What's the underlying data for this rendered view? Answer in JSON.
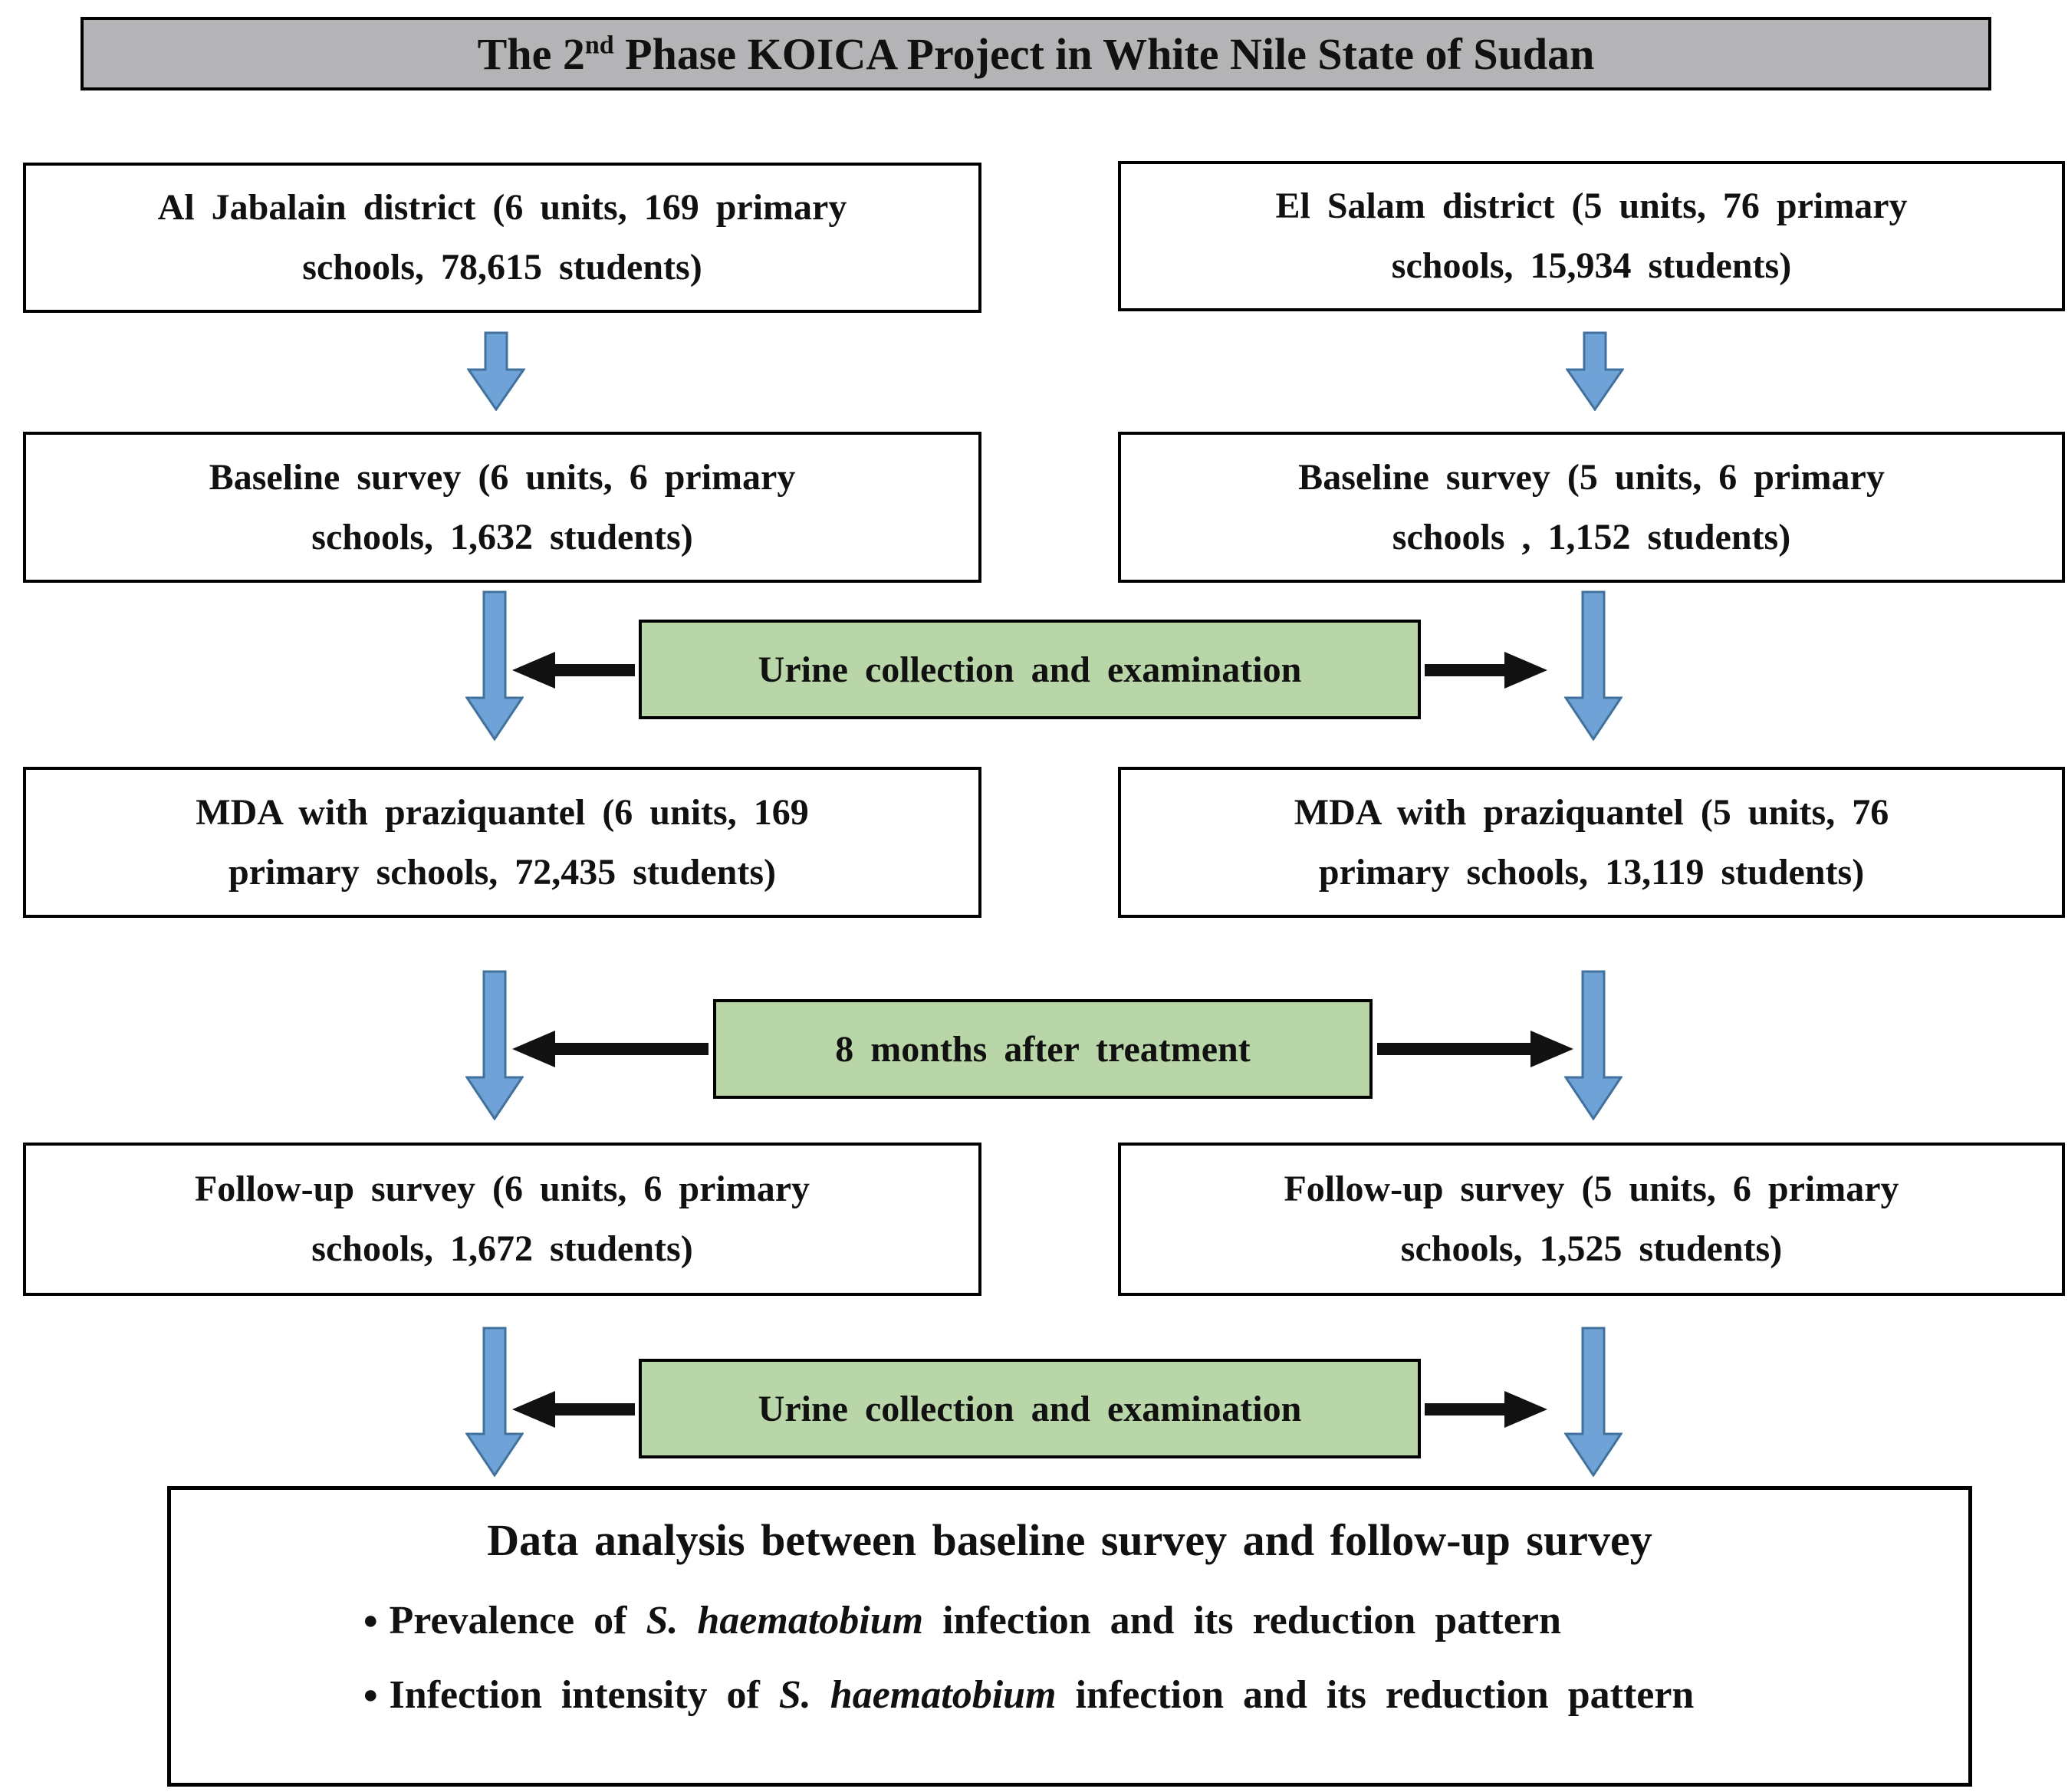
{
  "header": {
    "title_pre": "The 2",
    "title_sup": "nd",
    "title_post": " Phase KOICA Project in White Nile State of Sudan"
  },
  "columns": {
    "left": {
      "district": {
        "line1": "Al Jabalain district (6 units, 169 primary",
        "line2": "schools, 78,615 students)"
      },
      "baseline": {
        "line1": "Baseline survey (6 units, 6 primary",
        "line2": "schools, 1,632 students)"
      },
      "mda": {
        "line1": "MDA with praziquantel (6 units, 169",
        "line2": "primary schools, 72,435 students)"
      },
      "followup": {
        "line1": "Follow-up survey (6 units, 6 primary",
        "line2": "schools, 1,672 students)"
      }
    },
    "right": {
      "district": {
        "line1": "El Salam district (5 units, 76 primary",
        "line2": "schools, 15,934 students)"
      },
      "baseline": {
        "line1": "Baseline survey (5 units, 6 primary",
        "line2": "schools , 1,152 students)"
      },
      "mda": {
        "line1": "MDA with praziquantel (5 units, 76",
        "line2": "primary schools, 13,119 students)"
      },
      "followup": {
        "line1": "Follow-up survey (5 units, 6 primary",
        "line2": "schools, 1,525 students)"
      }
    }
  },
  "connectors": {
    "urine1": "Urine collection and examination",
    "months8": "8 months after treatment",
    "urine2": "Urine collection and examination"
  },
  "analysis": {
    "title": "Data analysis between baseline survey and follow-up survey",
    "bullet_glyph": "●",
    "bullets": [
      {
        "pre": "Prevalence of ",
        "italic": "S. haematobium",
        "post": " infection and its reduction pattern"
      },
      {
        "pre": "Infection intensity of ",
        "italic": "S. haematobium",
        "post": " infection and its reduction pattern"
      }
    ]
  },
  "colors": {
    "title_bar_bg": "#b4b4b7",
    "green_box_bg": "#b9d6a8",
    "blue_arrow_fill": "#6fa3d8",
    "blue_arrow_border": "#41719c",
    "black_arrow": "#111111",
    "box_border": "#000000"
  }
}
